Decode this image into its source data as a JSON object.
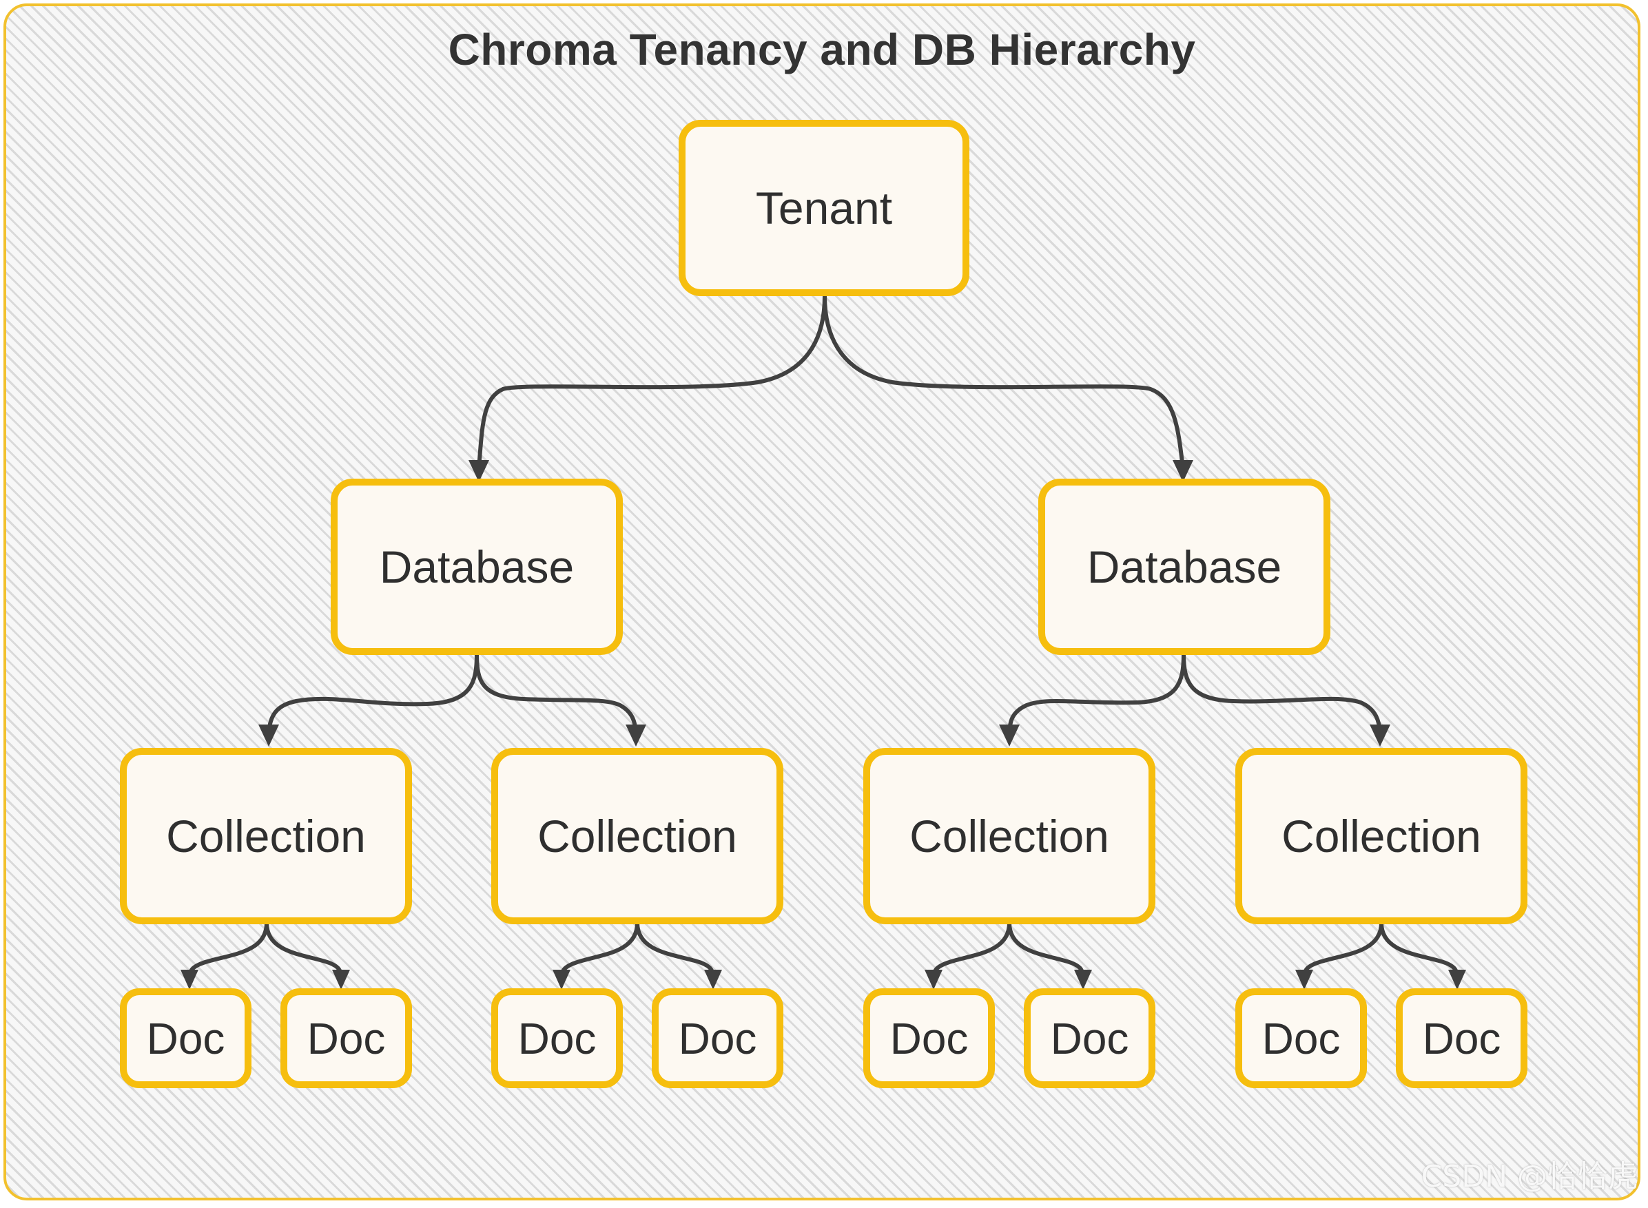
{
  "diagram": {
    "title": "Chroma Tenancy and DB Hierarchy",
    "colors": {
      "node_border": "#f6be0e",
      "node_fill": "#fdf9f2",
      "frame_border": "#f2c12e",
      "edge": "#404040",
      "text": "#2f2f2f"
    },
    "nodes": {
      "tenant": "Tenant",
      "db1": "Database",
      "db2": "Database",
      "col1": "Collection",
      "col2": "Collection",
      "col3": "Collection",
      "col4": "Collection",
      "doc1": "Doc",
      "doc2": "Doc",
      "doc3": "Doc",
      "doc4": "Doc",
      "doc5": "Doc",
      "doc6": "Doc",
      "doc7": "Doc",
      "doc8": "Doc"
    },
    "edges": [
      [
        "tenant",
        "db1"
      ],
      [
        "tenant",
        "db2"
      ],
      [
        "db1",
        "col1"
      ],
      [
        "db1",
        "col2"
      ],
      [
        "db2",
        "col3"
      ],
      [
        "db2",
        "col4"
      ],
      [
        "col1",
        "doc1"
      ],
      [
        "col1",
        "doc2"
      ],
      [
        "col2",
        "doc3"
      ],
      [
        "col2",
        "doc4"
      ],
      [
        "col3",
        "doc5"
      ],
      [
        "col3",
        "doc6"
      ],
      [
        "col4",
        "doc7"
      ],
      [
        "col4",
        "doc8"
      ]
    ]
  },
  "watermark": "CSDN @恰恰虎"
}
